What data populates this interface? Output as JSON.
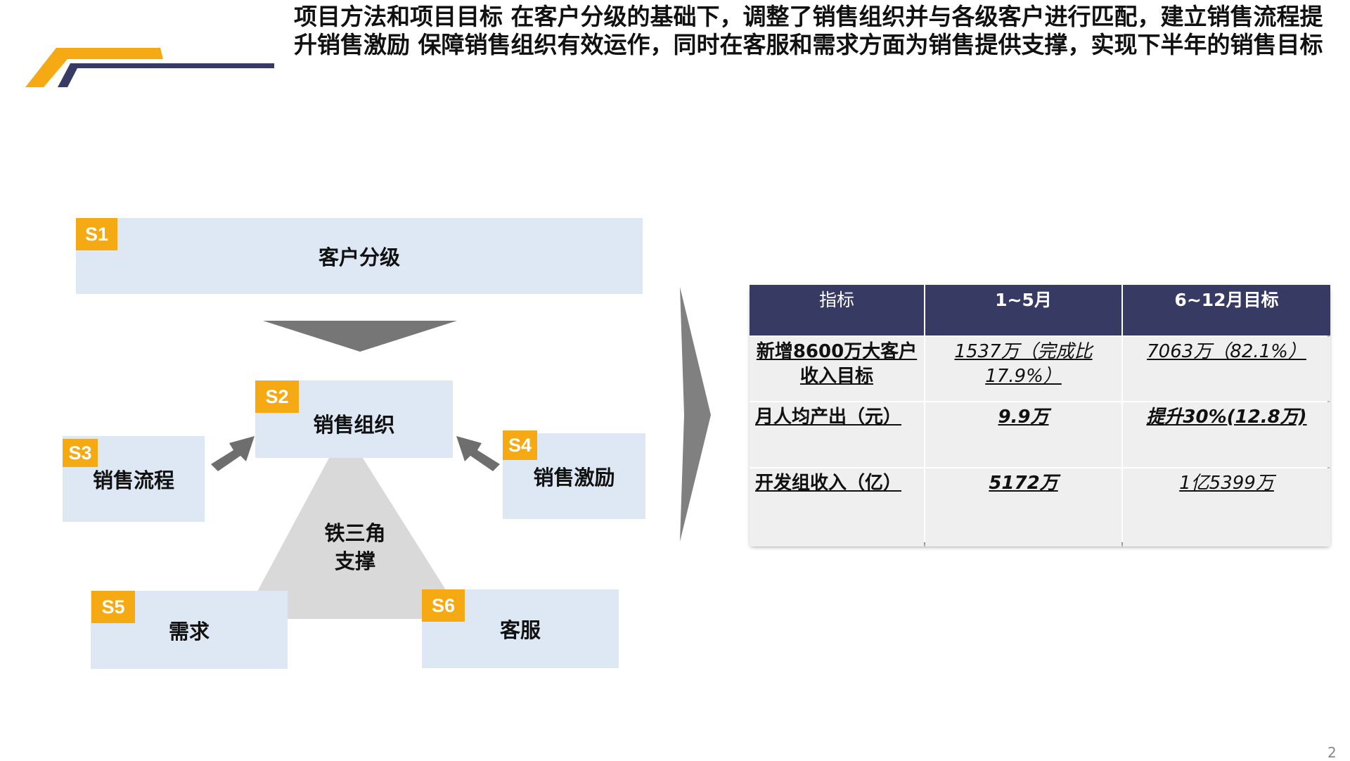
{
  "header": {
    "title": "项目方法和项目目标 在客户分级的基础下，调整了销售组织并与各级客户进行匹配，建立销售流程提升销售激励 保障销售组织有效运作，同时在客服和需求方面为销售提供支撑，实现下半年的销售目标"
  },
  "diagram": {
    "s1": {
      "badge": "S1",
      "label": "客户分级"
    },
    "s2": {
      "badge": "S2",
      "label": "销售组织"
    },
    "s3": {
      "badge": "S3",
      "label": "销售流程"
    },
    "s4": {
      "badge": "S4",
      "label": "销售激励"
    },
    "s5": {
      "badge": "S5",
      "label": "需求"
    },
    "s6": {
      "badge": "S6",
      "label": "客服"
    },
    "center": {
      "line1": "铁三角",
      "line2": "支撑"
    }
  },
  "table": {
    "headers": [
      "指标",
      "1~5月",
      "6~12月目标"
    ],
    "rows": [
      [
        "新增8600万大客户收入目标",
        "1537万（完成比17.9%）",
        "7063万（82.1%）"
      ],
      [
        "月人均产出（元）",
        "9.9万",
        "提升30%(12.8万)"
      ],
      [
        "开发组收入（亿）",
        "5172万",
        "1亿5399万"
      ]
    ]
  },
  "page_number": "2",
  "colors": {
    "accent": "#F5A912",
    "navy": "#373B63",
    "box": "#DDE8F4"
  }
}
